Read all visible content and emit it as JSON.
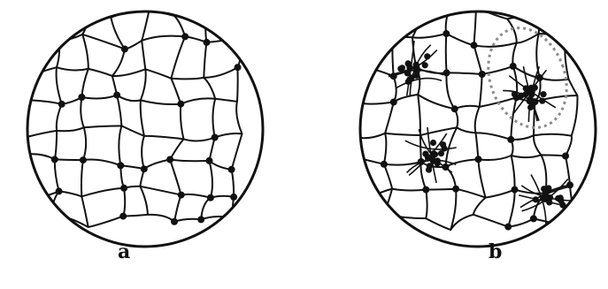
{
  "panels": [
    {
      "label": "a",
      "variant": "uniform",
      "description_color": "#111111"
    },
    {
      "label": "b",
      "variant": "clustered",
      "description_color": "#111111"
    }
  ],
  "colors": {
    "stroke": "#111111",
    "node": "#111111",
    "highlight": "#8a8a8a",
    "background": "#ffffff"
  }
}
